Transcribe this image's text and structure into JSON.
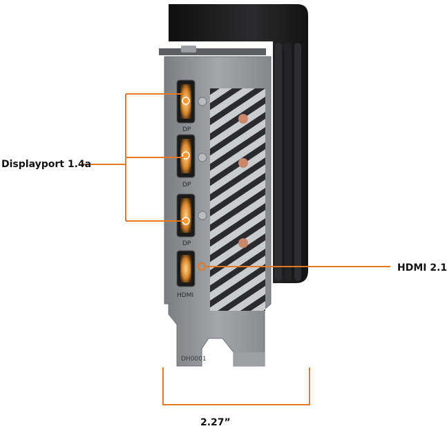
{
  "labels": {
    "displayport": "Displayport 1.4a",
    "hdmi": "HDMI 2.1",
    "width": "2.27”"
  },
  "port_marks": {
    "dp": "DP",
    "hdmi": "HDMI"
  },
  "bracket_code": "DH0001",
  "colors": {
    "callout_orange": "#e8761c",
    "bracket_metal": "#8d9196",
    "shroud_dark": "#1b1c1e",
    "port_glow": "#ffb054"
  }
}
